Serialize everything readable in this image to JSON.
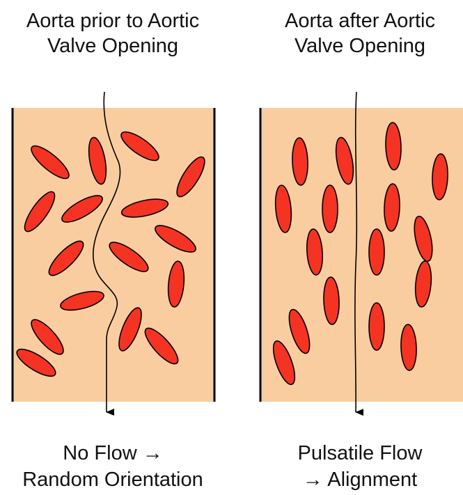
{
  "panels": [
    {
      "title_line1": "Aorta prior to Aortic",
      "title_line2": "Valve Opening",
      "caption_line1": "No Flow →",
      "caption_line2": "Random Orientation"
    },
    {
      "title_line1": "Aorta after Aortic",
      "title_line2": "Valve Opening",
      "caption_line1": "Pulsatile Flow",
      "caption_line2": "→ Alignment"
    }
  ],
  "colors": {
    "vessel_fill": "#f9cd9f",
    "cell_fill": "#f43322",
    "outline": "#000000"
  }
}
